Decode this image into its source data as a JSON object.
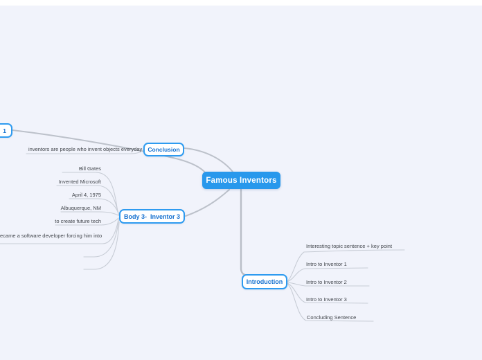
{
  "app": {
    "background_color": "#f1f3fb",
    "branch_line_color": "#c7ccd5",
    "node_border_color": "#2e9bf0",
    "node_text_color": "#1571d0",
    "center_node_bg": "#2898ec",
    "center_node_text_color": "#ffffff",
    "leaf_text_color": "#43474d"
  },
  "center": {
    "label": "Famous Inventors"
  },
  "nodes": {
    "conclusion": {
      "label": "Conclusion"
    },
    "body3": {
      "label": "Body 3-  Inventor 3"
    },
    "introduction": {
      "label": "Introduction"
    },
    "body1_partial": {
      "visible_label": "1"
    }
  },
  "branches": {
    "conclusion_children": [
      "inventors are people who invent objects everyday"
    ],
    "body3_children": [
      "Bill Gates",
      "Invented Microsoft",
      "April 4, 1975",
      "Albuquerque, NM",
      "to create future tech",
      "ecame a software developer forcing him into"
    ],
    "introduction_children": [
      "Interesting topic sentence + key point",
      "Intro to Inventor 1",
      "Intro to Inventor 2",
      "Intro to Inventor 3",
      "Concluding Sentence"
    ]
  }
}
